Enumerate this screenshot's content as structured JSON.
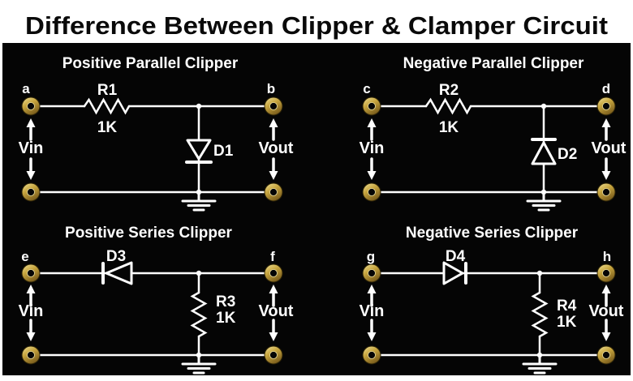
{
  "title": "Difference Between Clipper & Clamper Circuit",
  "colors": {
    "background": "#ffffff",
    "panel": "#050505",
    "wire": "#ffffff",
    "label_text": "#ffffff",
    "title_text": "#0a0a0a",
    "terminal_gold": "#c8a63f",
    "terminal_gold_light": "#f2e49a",
    "terminal_gold_dark": "#7d5f1d"
  },
  "circuits": [
    {
      "heading": "Positive Parallel Clipper",
      "terminal_in": "a",
      "terminal_out": "b",
      "input_label": "Vin",
      "output_label": "Vout",
      "resistor_ref": "R1",
      "resistor_value": "1K",
      "diode_ref": "D1",
      "diode_orientation": "down"
    },
    {
      "heading": "Negative Parallel Clipper",
      "terminal_in": "c",
      "terminal_out": "d",
      "input_label": "Vin",
      "output_label": "Vout",
      "resistor_ref": "R2",
      "resistor_value": "1K",
      "diode_ref": "D2",
      "diode_orientation": "up"
    },
    {
      "heading": "Positive Series Clipper",
      "terminal_in": "e",
      "terminal_out": "f",
      "input_label": "Vin",
      "output_label": "Vout",
      "resistor_ref": "R3",
      "resistor_value": "1K",
      "diode_ref": "D3",
      "diode_orientation": "left"
    },
    {
      "heading": "Negative Series Clipper",
      "terminal_in": "g",
      "terminal_out": "h",
      "input_label": "Vin",
      "output_label": "Vout",
      "resistor_ref": "R4",
      "resistor_value": "1K",
      "diode_ref": "D4",
      "diode_orientation": "right"
    }
  ]
}
